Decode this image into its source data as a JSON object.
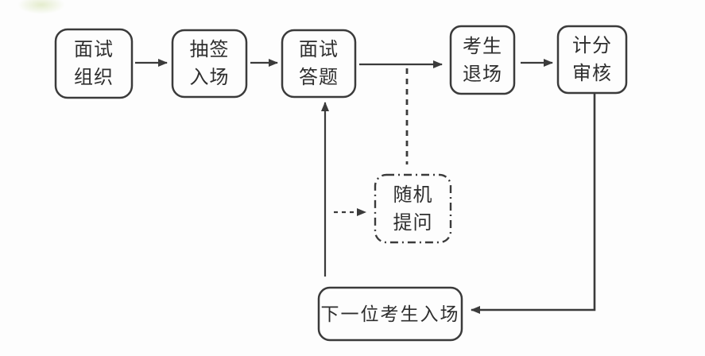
{
  "colors": {
    "stroke": "#3b3b3b",
    "text": "#2e2e2e",
    "background": "#fdfdfd"
  },
  "nodes": {
    "organize": {
      "line1": "面试",
      "line2": "组织"
    },
    "draw": {
      "line1": "抽签",
      "line2": "入场"
    },
    "answer": {
      "line1": "面试",
      "line2": "答题"
    },
    "exit": {
      "line1": "考生",
      "line2": "退场"
    },
    "score": {
      "line1": "计分",
      "line2": "审核"
    },
    "random": {
      "line1": "随机",
      "line2": "提问"
    },
    "next": {
      "label": "下一位考生入场"
    }
  }
}
